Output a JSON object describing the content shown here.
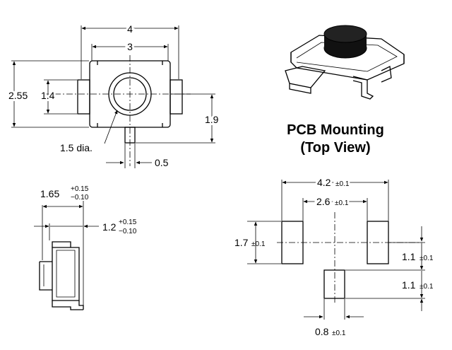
{
  "top_view": {
    "width_outer": "4",
    "width_inner": "3",
    "height_outer": "2.55",
    "height_inner": "1.4",
    "offset": "1.9",
    "actuator_dia": "1.5 dia.",
    "pin_width": "0.5"
  },
  "side_view": {
    "height_total": "1.65",
    "height_total_tol_plus": "+0.15",
    "height_total_tol_minus": "−0.10",
    "height_body": "1.2",
    "height_body_tol_plus": "+0.15",
    "height_body_tol_minus": "−0.10"
  },
  "pcb": {
    "title_line1": "PCB Mounting",
    "title_line2": "(Top View)",
    "span_outer": "4.2",
    "span_outer_tol": "±0.1",
    "span_inner": "2.6",
    "span_inner_tol": "±0.1",
    "pad_height": "1.7",
    "pad_height_tol": "±0.1",
    "gap_upper": "1.1",
    "gap_upper_tol": "±0.1",
    "gap_lower": "1.1",
    "gap_lower_tol": "±0.1",
    "pad_width": "0.8",
    "pad_width_tol": "±0.1"
  }
}
